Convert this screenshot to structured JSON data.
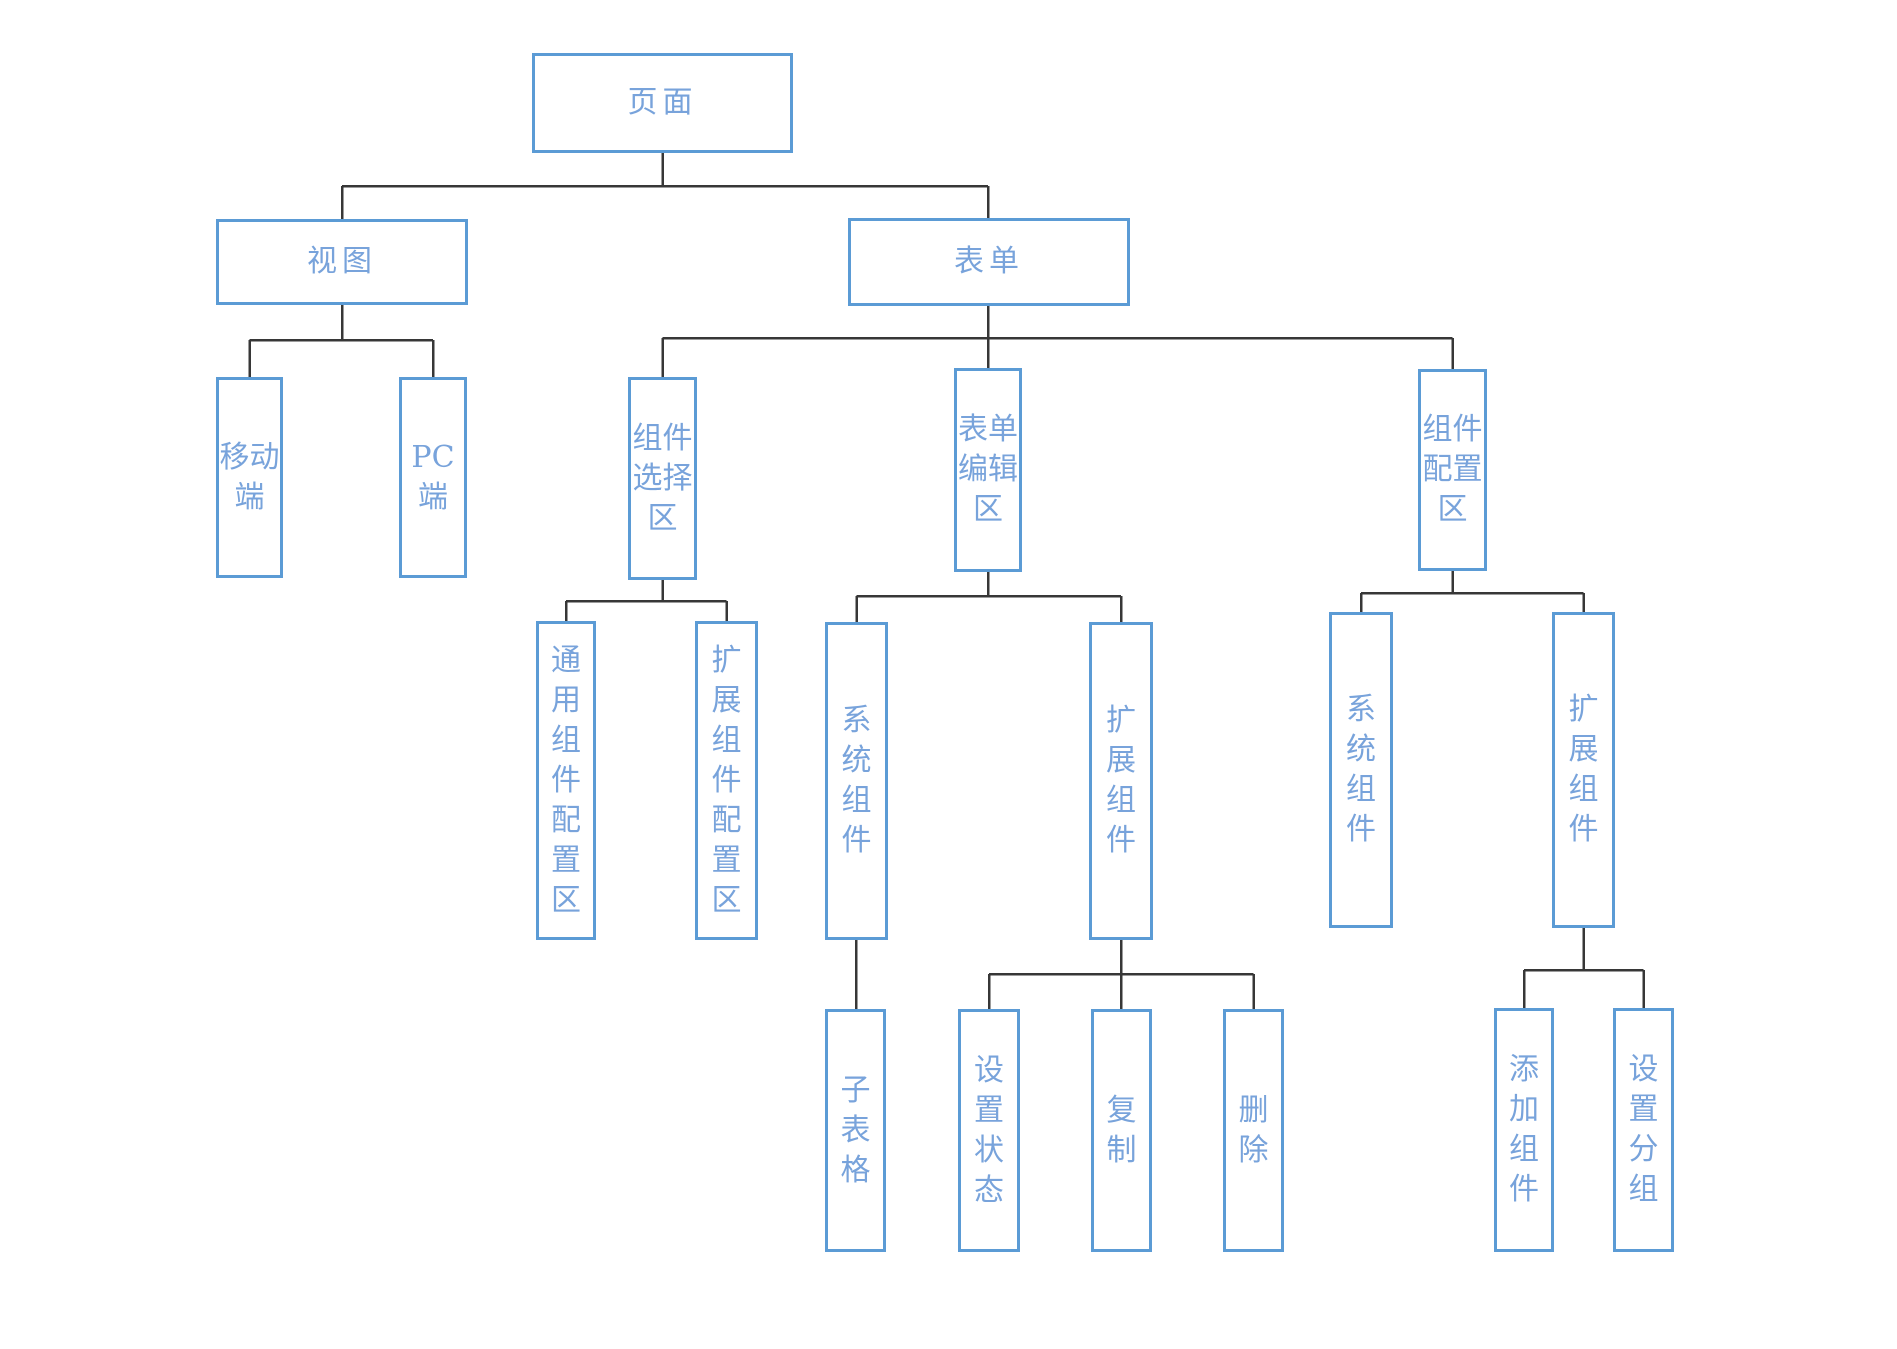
{
  "diagram": {
    "type": "tree-flowchart",
    "colors": {
      "box_border": "#5B9BD5",
      "box_fill": "#FFFFFF",
      "box_text": "#78A3DB",
      "connector": "#373737",
      "background": "#FFFFFF"
    },
    "nodes": {
      "page": {
        "label": "页面",
        "children": [
          "view",
          "form"
        ]
      },
      "view": {
        "label": "视图",
        "children": [
          "mobile",
          "pc"
        ]
      },
      "form": {
        "label": "表单",
        "children": [
          "component_select_area",
          "form_edit_area",
          "component_config_area"
        ]
      },
      "mobile": {
        "label": "移动端",
        "children": []
      },
      "pc": {
        "label": "PC端",
        "children": []
      },
      "component_select_area": {
        "label": "组件选择区",
        "children": [
          "common_component_config_area",
          "extension_component_config_area"
        ]
      },
      "form_edit_area": {
        "label": "表单编辑区",
        "children": [
          "system_component_edit",
          "extension_component_edit"
        ]
      },
      "component_config_area": {
        "label": "组件配置区",
        "children": [
          "system_component_config",
          "extension_component_config"
        ]
      },
      "common_component_config_area": {
        "label": "通用组件配置区",
        "children": []
      },
      "extension_component_config_area": {
        "label": "扩展组件配置区",
        "children": []
      },
      "system_component_edit": {
        "label": "系统组件",
        "children": [
          "sub_table"
        ]
      },
      "extension_component_edit": {
        "label": "扩展组件",
        "children": [
          "set_status",
          "copy",
          "delete"
        ]
      },
      "system_component_config": {
        "label": "系统组件",
        "children": []
      },
      "extension_component_config": {
        "label": "扩展组件",
        "children": [
          "add_component",
          "set_group"
        ]
      },
      "sub_table": {
        "label": "子表格",
        "children": []
      },
      "set_status": {
        "label": "设置状态",
        "children": []
      },
      "copy": {
        "label": "复制",
        "children": []
      },
      "delete": {
        "label": "删除",
        "children": []
      },
      "add_component": {
        "label": "添加组件",
        "children": []
      },
      "set_group": {
        "label": "设置分组",
        "children": []
      }
    }
  }
}
